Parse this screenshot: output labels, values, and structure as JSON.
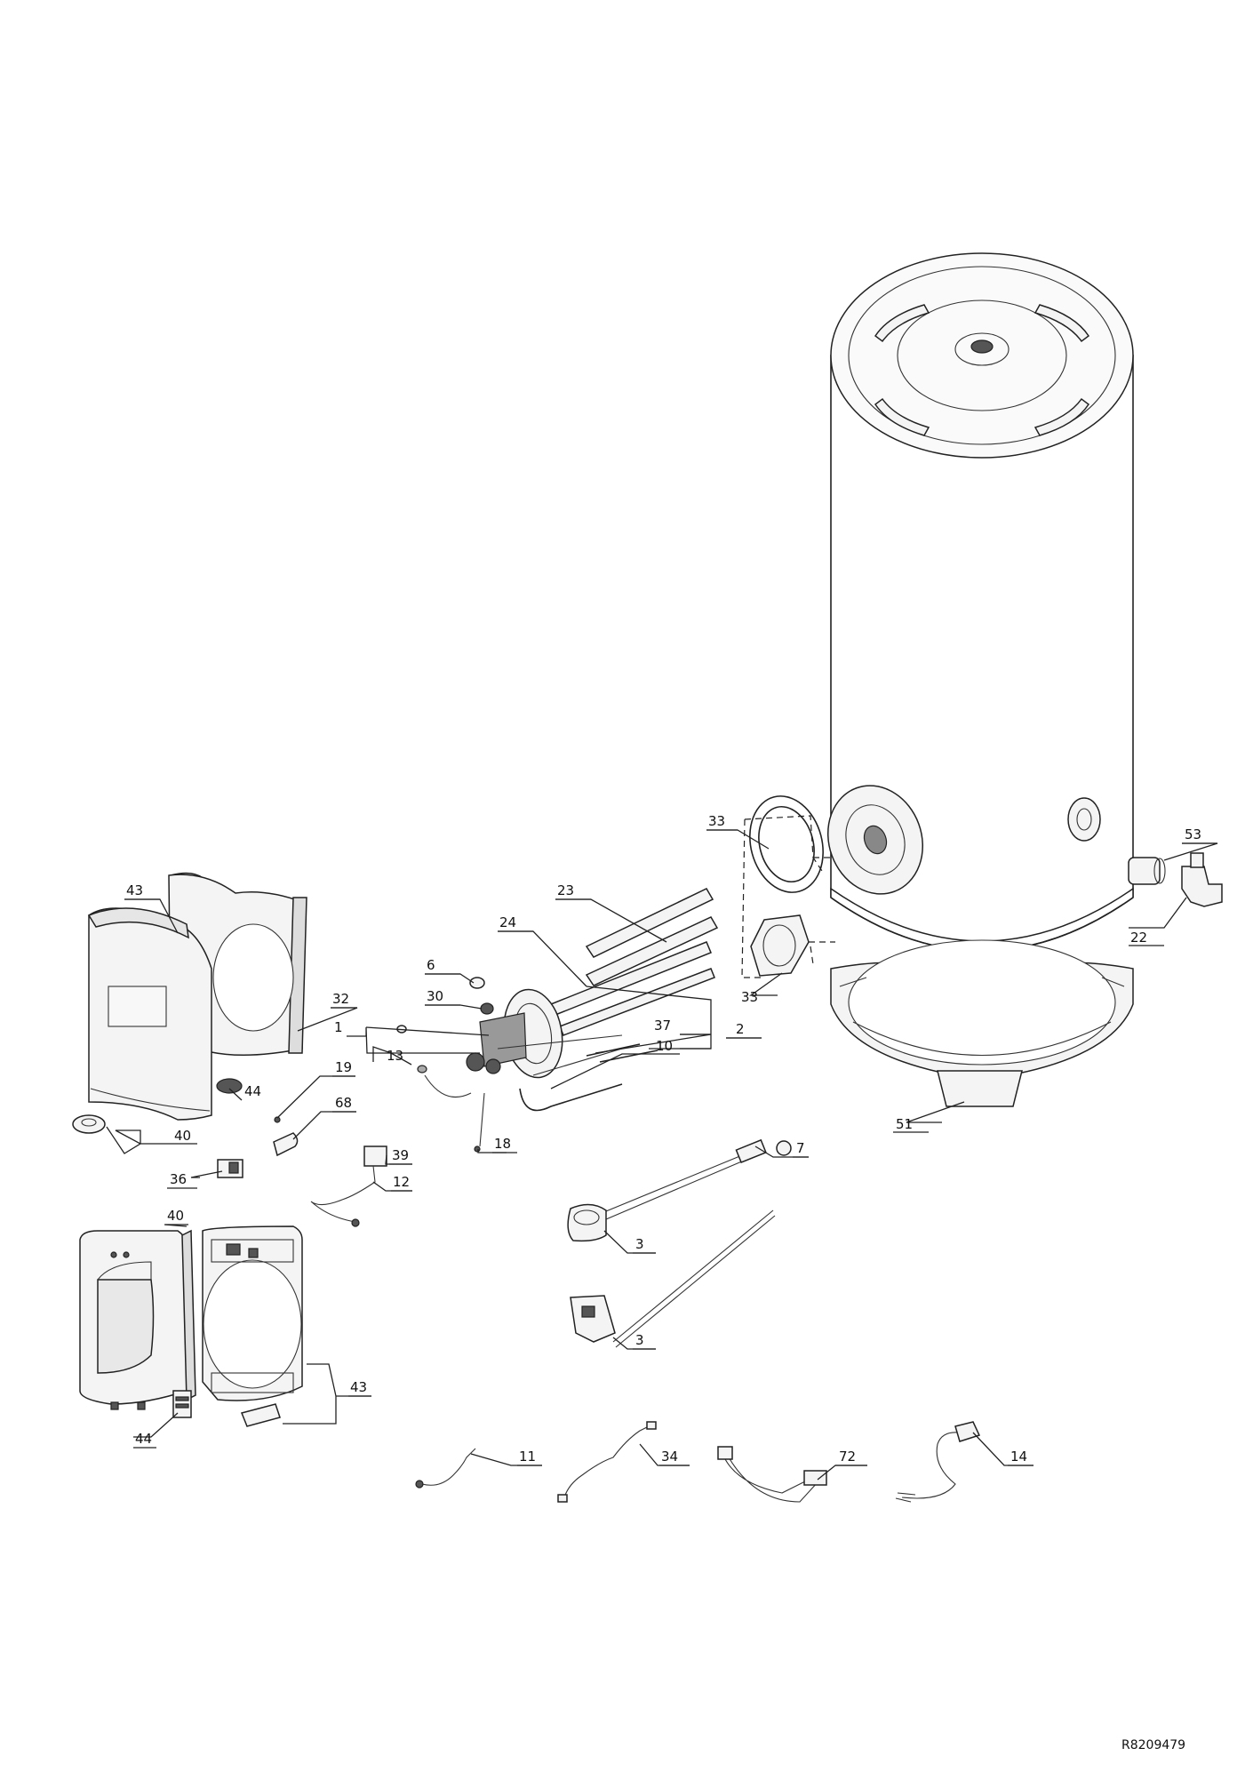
{
  "labels": {
    "l33a": "33",
    "l53": "53",
    "l23": "23",
    "l43a": "43",
    "l22": "22",
    "l24": "24",
    "l33b": "33",
    "l6": "6",
    "l30": "30",
    "l32": "32",
    "l2": "2",
    "l1": "1",
    "l37": "37",
    "l10": "10",
    "l13": "13",
    "l44a": "44",
    "l19": "19",
    "l51": "51",
    "l68": "68",
    "l40a": "40",
    "l18": "18",
    "l7": "7",
    "l39": "39",
    "l36": "36",
    "l12": "12",
    "l40b": "40",
    "l3a": "3",
    "l3b": "3",
    "l43b": "43",
    "l44b": "44",
    "l11": "11",
    "l34": "34",
    "l72": "72",
    "l14": "14"
  },
  "reference": "R8209479"
}
